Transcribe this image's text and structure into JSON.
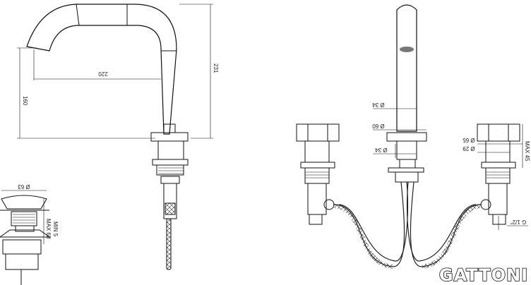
{
  "brand": {
    "name": "GATTONI"
  },
  "side_view": {
    "dim_spout_reach": "220",
    "dim_spout_height": "160",
    "dim_overall_height": "231"
  },
  "drain_detail": {
    "dim_diameter": "Ø 63",
    "dim_max": "MAX 68",
    "dim_min": "MIN 5"
  },
  "front_view": {
    "dim_spout_top": "Ø 34",
    "dim_base": "Ø 60",
    "dim_shank": "Ø 34",
    "dim_handle": "Ø 65",
    "dim_handle_shank": "Ø 29",
    "dim_max_right": "MAX 45",
    "dim_thread": "G 1/2\""
  },
  "colors": {
    "line": "#111111",
    "background": "#ffffff"
  }
}
